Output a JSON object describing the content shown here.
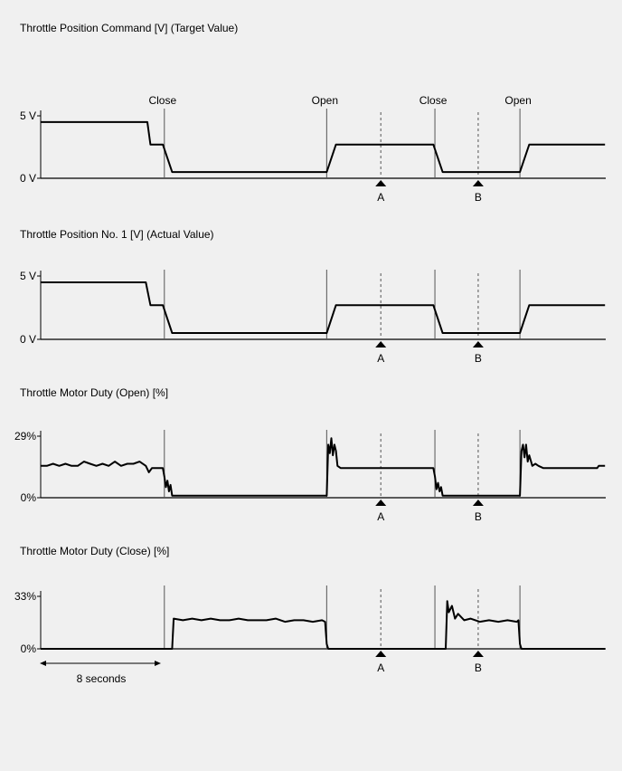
{
  "colors": {
    "background": "#f0f0f0",
    "trace": "#000000",
    "marker_line": "#555555"
  },
  "time_unit": "seconds",
  "scale_bar": {
    "label": "8 seconds",
    "seconds": 8
  },
  "events": [
    {
      "label": "Close",
      "t": 8.0
    },
    {
      "label": "Open",
      "t": 18.5
    },
    {
      "label": "Close",
      "t": 25.5
    },
    {
      "label": "Open",
      "t": 31.0
    }
  ],
  "markers": [
    {
      "label": "A",
      "t": 22.0
    },
    {
      "label": "B",
      "t": 28.3
    }
  ],
  "chart_data": [
    {
      "type": "line",
      "title": "Throttle Position Command [V] (Target Value)",
      "y_ticks": [
        {
          "label": "5 V",
          "value": 5
        },
        {
          "label": "0 V",
          "value": 0
        }
      ],
      "ylim": [
        0,
        5
      ],
      "xlim": [
        0,
        36.5
      ],
      "series": [
        {
          "x": [
            0,
            6.9,
            7.1,
            7.9,
            8.5,
            18.5,
            19.1,
            25.4,
            26.0,
            31.0,
            31.6,
            36.5
          ],
          "y": [
            4.5,
            4.5,
            2.7,
            2.7,
            0.5,
            0.5,
            2.7,
            2.7,
            0.5,
            0.5,
            2.7,
            2.7
          ]
        }
      ]
    },
    {
      "type": "line",
      "title": "Throttle Position No. 1 [V] (Actual Value)",
      "y_ticks": [
        {
          "label": "5 V",
          "value": 5
        },
        {
          "label": "0 V",
          "value": 0
        }
      ],
      "ylim": [
        0,
        5
      ],
      "xlim": [
        0,
        36.5
      ],
      "series": [
        {
          "x": [
            0,
            6.8,
            7.1,
            7.9,
            8.5,
            18.5,
            19.1,
            25.4,
            26.0,
            31.0,
            31.6,
            36.5
          ],
          "y": [
            4.5,
            4.5,
            2.7,
            2.7,
            0.5,
            0.5,
            2.7,
            2.7,
            0.5,
            0.5,
            2.7,
            2.7
          ]
        }
      ]
    },
    {
      "type": "line",
      "title": "Throttle Motor Duty (Open) [%]",
      "y_ticks": [
        {
          "label": "29%",
          "value": 29
        },
        {
          "label": "0%",
          "value": 0
        }
      ],
      "ylim": [
        0,
        29
      ],
      "xlim": [
        0,
        36.5
      ],
      "series": [
        {
          "x": [
            0,
            0.4,
            0.8,
            1.2,
            1.6,
            2.0,
            2.4,
            2.8,
            3.2,
            3.6,
            4.0,
            4.4,
            4.8,
            5.2,
            5.6,
            6.0,
            6.4,
            6.8,
            7.0,
            7.2,
            7.5,
            7.9,
            8.0,
            8.1,
            8.2,
            8.3,
            8.4,
            8.5,
            18.5,
            18.6,
            18.7,
            18.8,
            18.9,
            19.0,
            19.1,
            19.2,
            19.4,
            25.4,
            25.5,
            25.6,
            25.7,
            25.8,
            25.9,
            26.0,
            31.0,
            31.1,
            31.2,
            31.3,
            31.4,
            31.5,
            31.6,
            31.8,
            32.0,
            32.2,
            32.5,
            33.0,
            36.0,
            36.1,
            36.5
          ],
          "y": [
            15,
            15,
            16,
            15,
            16,
            15,
            15,
            17,
            16,
            15,
            16,
            15,
            17,
            15,
            16,
            16,
            17,
            15,
            12,
            14,
            14,
            14,
            10,
            5,
            8,
            3,
            6,
            1,
            1,
            25,
            21,
            28,
            20,
            25,
            22,
            15,
            14,
            14,
            10,
            4,
            7,
            3,
            5,
            1,
            1,
            22,
            25,
            19,
            25,
            17,
            20,
            15,
            16,
            15,
            14,
            14,
            14,
            15,
            15
          ]
        }
      ]
    },
    {
      "type": "line",
      "title": "Throttle Motor Duty (Close) [%]",
      "y_ticks": [
        {
          "label": "33%",
          "value": 33
        },
        {
          "label": "0%",
          "value": 0
        }
      ],
      "ylim": [
        0,
        33
      ],
      "xlim": [
        0,
        36.5
      ],
      "series": [
        {
          "x": [
            0,
            8.4,
            8.5,
            8.6,
            9.2,
            9.8,
            10.4,
            11.0,
            11.6,
            12.2,
            12.8,
            13.4,
            14.0,
            14.6,
            15.2,
            15.8,
            16.4,
            17.0,
            17.6,
            18.2,
            18.4,
            18.5,
            18.6,
            26.2,
            26.3,
            26.4,
            26.6,
            26.8,
            27.0,
            27.4,
            27.8,
            28.4,
            29.0,
            29.6,
            30.2,
            30.8,
            30.9,
            31.0,
            31.1,
            36.5
          ],
          "y": [
            0,
            0,
            0,
            19,
            18,
            19,
            18,
            19,
            18,
            18,
            19,
            18,
            18,
            18,
            19,
            17,
            18,
            18,
            17,
            18,
            17,
            3,
            0,
            0,
            30,
            23,
            27,
            19,
            22,
            18,
            19,
            17,
            18,
            17,
            18,
            17,
            18,
            3,
            0,
            0
          ]
        }
      ]
    }
  ]
}
